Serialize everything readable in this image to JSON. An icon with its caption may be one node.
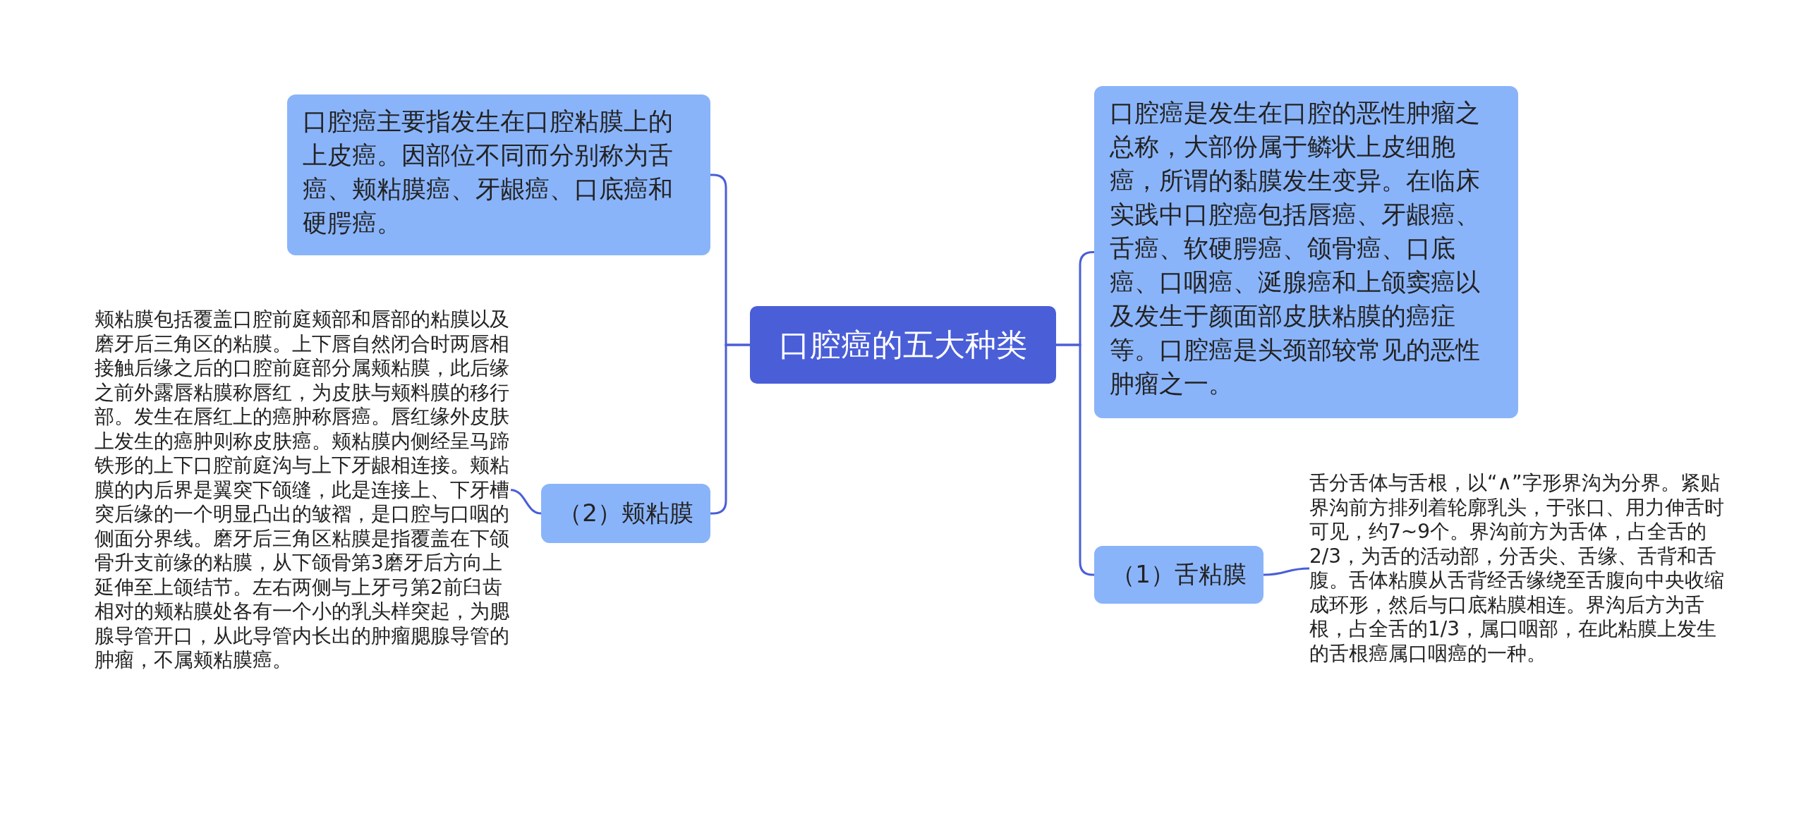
{
  "diagram": {
    "nodes": [
      {
        "text": [
          "口腔癌的五大种类"
        ]
      },
      {
        "text": [
          "口腔癌是发生在口腔的恶性肿瘤之总称，大部份属于鳞状上皮细胞癌，所谓的黏膜发生变异。在临床实践中口腔癌包括唇癌、牙龈癌、舌癌、软硬腭癌、颌骨癌、口底癌、口咽癌、涎腺癌和上颌窦癌以及发生于颜面部皮肤粘膜的癌症等。口腔癌是头颈部较常见的恶性肿瘤之一。"
        ]
      },
      {
        "text": [
          "（1）舌粘膜"
        ]
      },
      {
        "text": [
          "舌分舌体与舌根，以“∧”字形界沟为分界。紧贴界沟前方排列着轮廓乳头，于张口、用力伸舌时可见，约7~9个。界沟前方为舌体，占全舌的2/3，为舌的活动部，分舌尖、舌缘、舌背和舌腹。舌体粘膜从舌背经舌缘绕至舌腹向中央收缩成环形，然后与口底粘膜相连。界沟后方为舌根，占全舌的1/3，属口咽部，在此粘膜上发生的舌根癌属口咽癌的一种。"
        ]
      },
      {
        "text": [
          "口腔癌主要指发生在口腔粘膜上的上皮癌。因部位不同而分别称为舌癌、颊粘膜癌、牙龈癌、口底癌和硬腭癌。"
        ]
      },
      {
        "text": [
          "（2）颊粘膜"
        ]
      },
      {
        "text": [
          "颊粘膜包括覆盖口腔前庭颊部和唇部的粘膜以及磨牙后三角区的粘膜。上下唇自然闭合时两唇相接触后缘之后的口腔前庭部分属颊粘膜，此后缘之前外露唇粘膜称唇红，为皮肤与颊料膜的移行部。发生在唇红上的癌肿称唇癌。唇红缘外皮肤上发生的癌肿则称皮肤癌。颊粘膜内侧经呈马蹄铁形的上下口腔前庭沟与上下牙龈相连接。颊粘膜的内后界是翼突下颌缝，此是连接上、下牙槽突后缘的一个明显凸出的皱褶，是口腔与口咽的侧面分界线。磨牙后三角区粘膜是指覆盖在下颌骨升支前缘的粘膜，从下颌骨第3磨牙后方向上延伸至上颌结节。左右两侧与上牙弓第2前臼齿相对的颊粘膜处各有一个小的乳头样突起，为腮腺导管开口，从此导管内长出的肿瘤腮腺导管的肿瘤，不属颊粘膜癌。"
        ]
      }
    ],
    "edges": [
      {
        "from": 0,
        "to": 4,
        "arrow": "none"
      },
      {
        "from": 0,
        "to": 5,
        "arrow": "none"
      },
      {
        "from": 0,
        "to": 1,
        "arrow": "none"
      },
      {
        "from": 0,
        "to": 2,
        "arrow": "none"
      },
      {
        "from": 2,
        "to": 3,
        "arrow": "none"
      },
      {
        "from": 5,
        "to": 6,
        "arrow": "none"
      }
    ]
  }
}
